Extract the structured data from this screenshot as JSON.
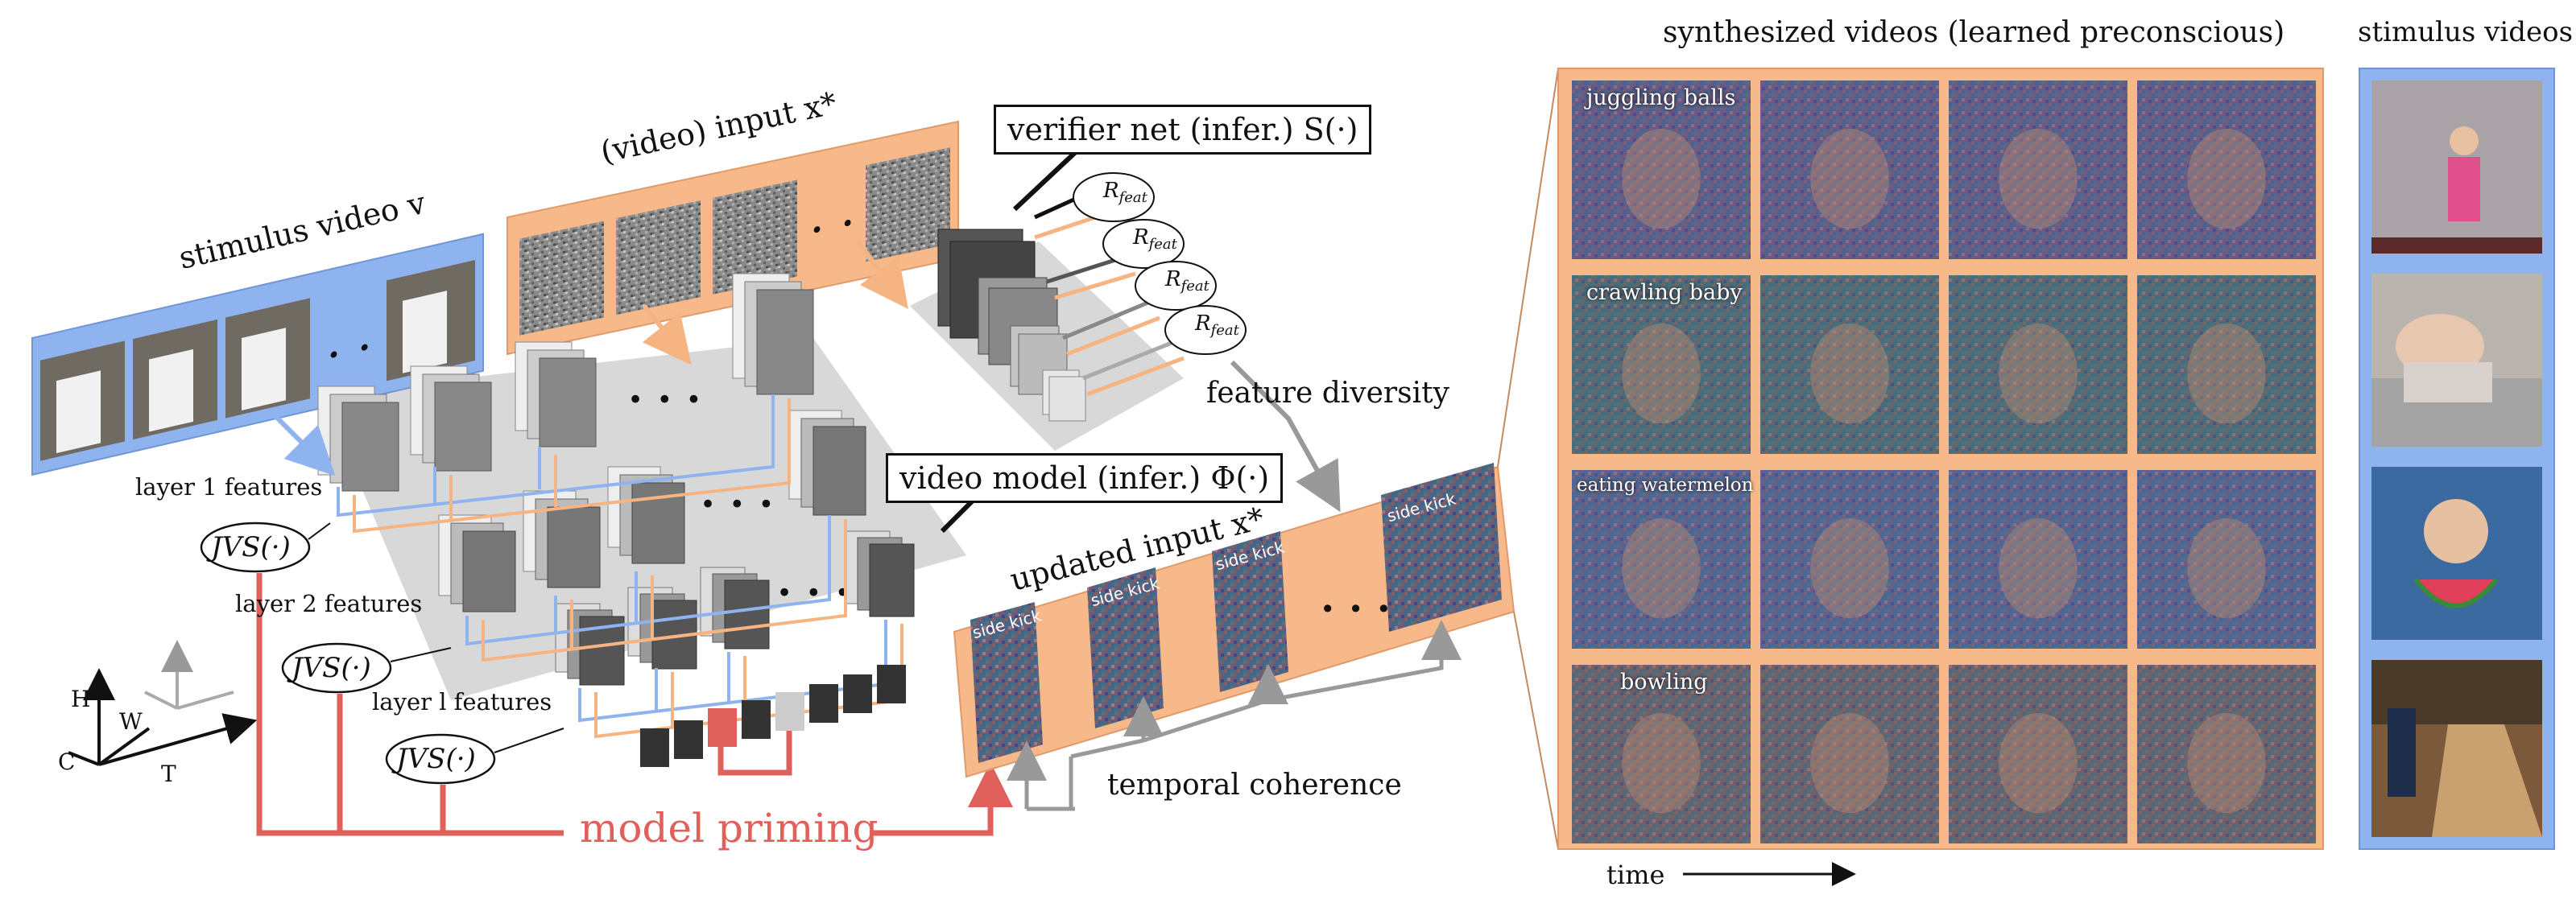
{
  "colors": {
    "orange_panel": "#f7b88a",
    "blue_panel": "#8fb3ef",
    "priming_red": "#e0605c",
    "gray_plane": "#d8d8d8",
    "blue_line": "#8fb3ef",
    "orange_line": "#f6b483",
    "gray_arrow": "#999999"
  },
  "left": {
    "stimulus_label": "stimulus video v",
    "video_input_label": "(video) input x*",
    "verifier_label": "verifier net (infer.) S(·)",
    "video_model_label": "video model (infer.) Φ(·)",
    "feature_diversity": "feature diversity",
    "updated_input_label": "updated input x*",
    "temporal_coherence": "temporal coherence",
    "model_priming": "model priming",
    "layer1": "layer 1 features",
    "layer2": "layer 2 features",
    "layerl": "layer l features",
    "jvs": "JVS(·)",
    "rfeat": "R",
    "rfeat_sub": "feat",
    "side_kick": "side kick",
    "axis_h": "H",
    "axis_w": "W",
    "axis_c": "C",
    "axis_t": "T"
  },
  "synth": {
    "title": "synthesized videos (learned preconscious)",
    "rows": [
      {
        "label": "juggling balls"
      },
      {
        "label": "crawling baby"
      },
      {
        "label": "eating watermelon"
      },
      {
        "label": "bowling"
      }
    ],
    "time_label": "time"
  },
  "stimulus": {
    "title": "stimulus videos"
  }
}
